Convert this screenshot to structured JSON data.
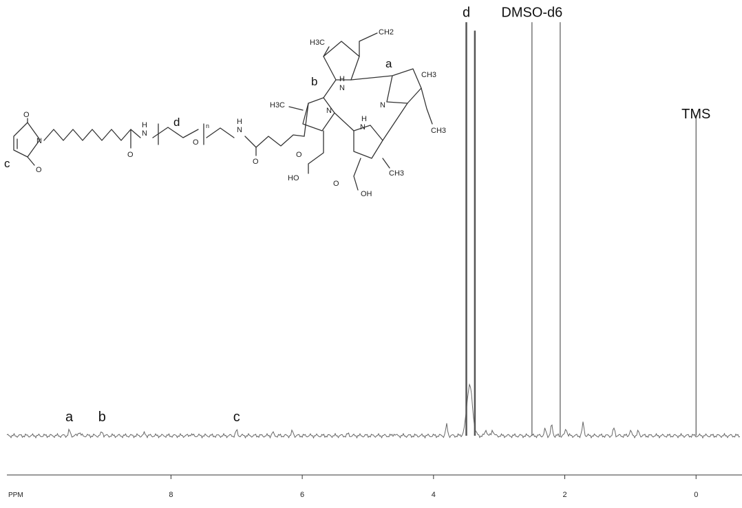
{
  "chart_data": {
    "type": "line",
    "title": "",
    "xlabel": "PPM",
    "ylabel": "",
    "xlim": [
      10.5,
      -0.7
    ],
    "x_reversed": true,
    "ylim": [
      0,
      1.0
    ],
    "grid": false,
    "x_ticks": [
      8,
      6,
      4,
      2,
      0
    ],
    "x_tick_labels": [
      "8",
      "6",
      "4",
      "2",
      "0"
    ],
    "peaks": [
      {
        "label": "a",
        "ppm": 9.55,
        "height": 0.012
      },
      {
        "label": "",
        "ppm": 9.4,
        "height": 0.01
      },
      {
        "label": "b",
        "ppm": 9.05,
        "height": 0.01
      },
      {
        "label": "",
        "ppm": 8.4,
        "height": 0.006
      },
      {
        "label": "",
        "ppm": 7.7,
        "height": 0.004
      },
      {
        "label": "c",
        "ppm": 7.0,
        "height": 0.012
      },
      {
        "label": "",
        "ppm": 6.45,
        "height": 0.007
      },
      {
        "label": "",
        "ppm": 6.15,
        "height": 0.01
      },
      {
        "label": "",
        "ppm": 5.3,
        "height": 0.004
      },
      {
        "label": "",
        "ppm": 4.6,
        "height": 0.005
      },
      {
        "label": "",
        "ppm": 3.8,
        "height": 0.025
      },
      {
        "label": "d",
        "ppm": 3.5,
        "height": 0.98
      },
      {
        "label": "",
        "ppm": 3.37,
        "height": 0.96
      },
      {
        "label": "",
        "ppm": 3.2,
        "height": 0.015
      },
      {
        "label": "",
        "ppm": 3.1,
        "height": 0.015
      },
      {
        "label": "DMSO-d6",
        "ppm": 2.5,
        "height": 0.98
      },
      {
        "label": "",
        "ppm": 2.3,
        "height": 0.015
      },
      {
        "label": "",
        "ppm": 2.2,
        "height": 0.025
      },
      {
        "label": "",
        "ppm": 2.07,
        "height": 0.98
      },
      {
        "label": "",
        "ppm": 1.98,
        "height": 0.018
      },
      {
        "label": "",
        "ppm": 1.72,
        "height": 0.03
      },
      {
        "label": "",
        "ppm": 1.25,
        "height": 0.018
      },
      {
        "label": "",
        "ppm": 1.0,
        "height": 0.012
      },
      {
        "label": "",
        "ppm": 0.88,
        "height": 0.01
      },
      {
        "label": "TMS",
        "ppm": 0.0,
        "height": 0.76
      }
    ],
    "annotations": [
      "a",
      "b",
      "c",
      "d",
      "DMSO-d6",
      "TMS"
    ]
  },
  "structure": {
    "atom_labels": [
      "O",
      "N",
      "O",
      "c",
      "H",
      "N",
      "d",
      "O",
      "H",
      "N",
      "O",
      "H3C",
      "CH2",
      "a",
      "b",
      "H",
      "N",
      "CH3",
      "N",
      "H3C",
      "N",
      "H",
      "CH3",
      "O",
      "HO",
      "O",
      "OH",
      "CH3"
    ],
    "repeat_subscript": "n"
  }
}
